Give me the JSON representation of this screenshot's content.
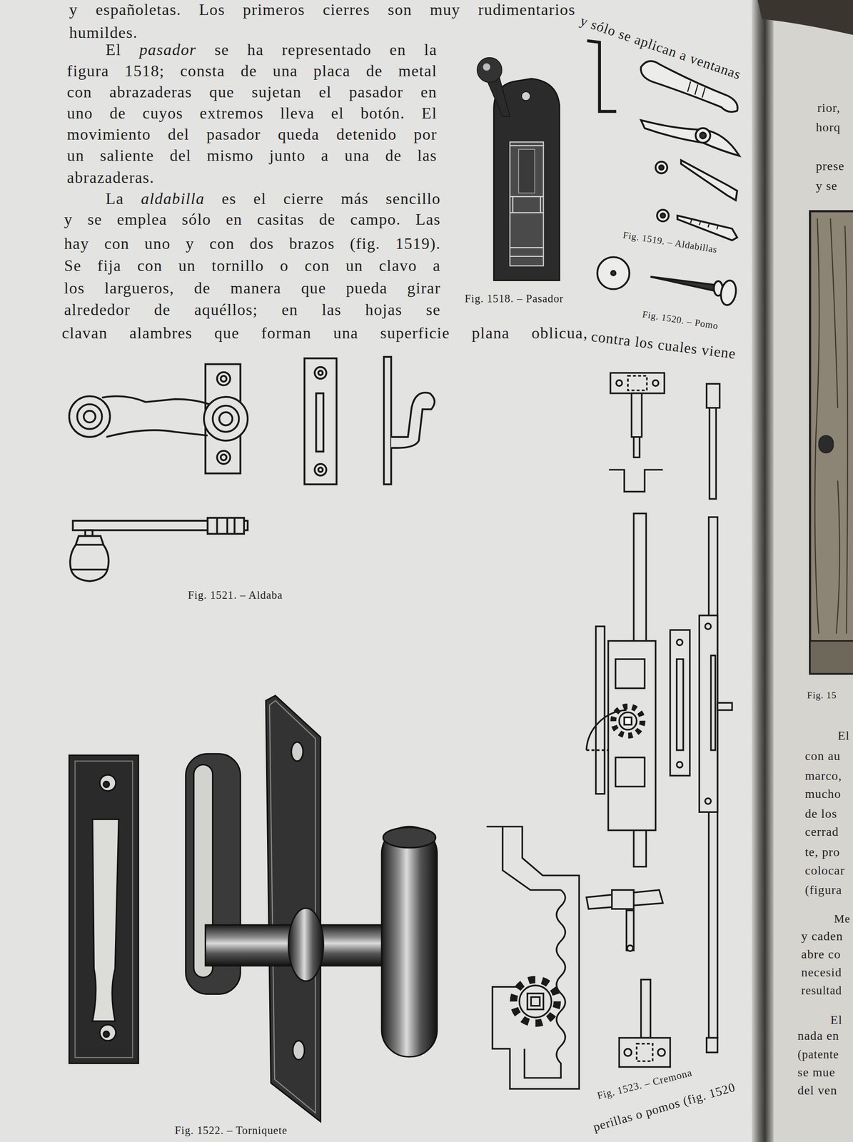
{
  "diagram": {
    "labels": [
      "y españoletas. Los primeros cierres son muy rudimentarios",
      "y sólo se aplican a ventanas",
      "humildes.",
      "El",
      "pasador",
      "se ha representado en la",
      "figura 1518; consta de una placa de metal",
      "con abrazaderas que sujetan el pasador en",
      "uno de cuyos extremos lleva el botón. El",
      "movimiento del pasador queda detenido por",
      "un saliente del mismo junto a una de las",
      "abrazaderas.",
      "La",
      "aldabilla",
      "es el cierre más sencillo",
      "y se emplea sólo en casitas de campo. Las",
      "hay con uno y con dos brazos (fig. 1519).",
      "Se fija con un tornillo o con un clavo a",
      "los largueros, de manera que pueda girar",
      "alrededor de aquéllos; en las hojas se",
      "clavan alambres que forman una superficie plana oblicua,",
      "contra los cuales viene",
      "Fig. 1518. – Pasador",
      "Fig. 1519. – Aldabillas",
      "Fig. 1520. – Pomo",
      "Fig. 1521. – Aldaba",
      "Fig. 1522. – Torniquete",
      "Fig. 1523. – Cremona",
      "perillas o pomos (fig. 1520",
      "rior,",
      "horq",
      "prese",
      "y se",
      "Fig. 15",
      "El",
      "con au",
      "marco,",
      "mucho",
      "de los",
      "cerrad",
      "te, pro",
      "colocar",
      "(figura",
      "Me",
      "y caden",
      "abre co",
      "necesid",
      "resultad",
      "El",
      "nada en",
      "(patente",
      "se mue",
      "del ven"
    ]
  }
}
